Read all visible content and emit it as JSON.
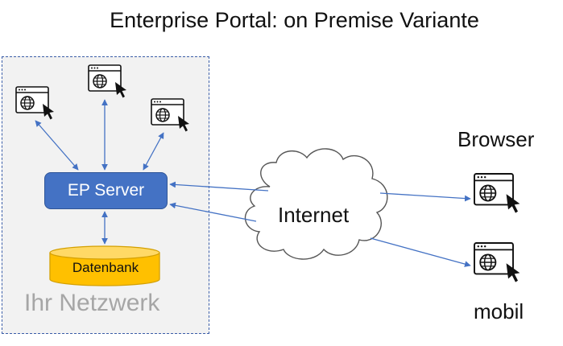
{
  "title": "Enterprise Portal: on Premise Variante",
  "network": {
    "label": "Ihr Netzwerk"
  },
  "server": {
    "label": "EP Server"
  },
  "database": {
    "label": "Datenbank"
  },
  "cloud": {
    "label": "Internet"
  },
  "clients": {
    "browser_label": "Browser",
    "mobile_label": "mobil"
  },
  "colors": {
    "server_fill": "#4472c4",
    "database_fill": "#ffc000",
    "arrow": "#4472c4",
    "network_border": "#3a5da8"
  },
  "icons": [
    "browser-window-icon",
    "globe-icon",
    "cursor-icon",
    "cloud-icon",
    "database-icon"
  ]
}
